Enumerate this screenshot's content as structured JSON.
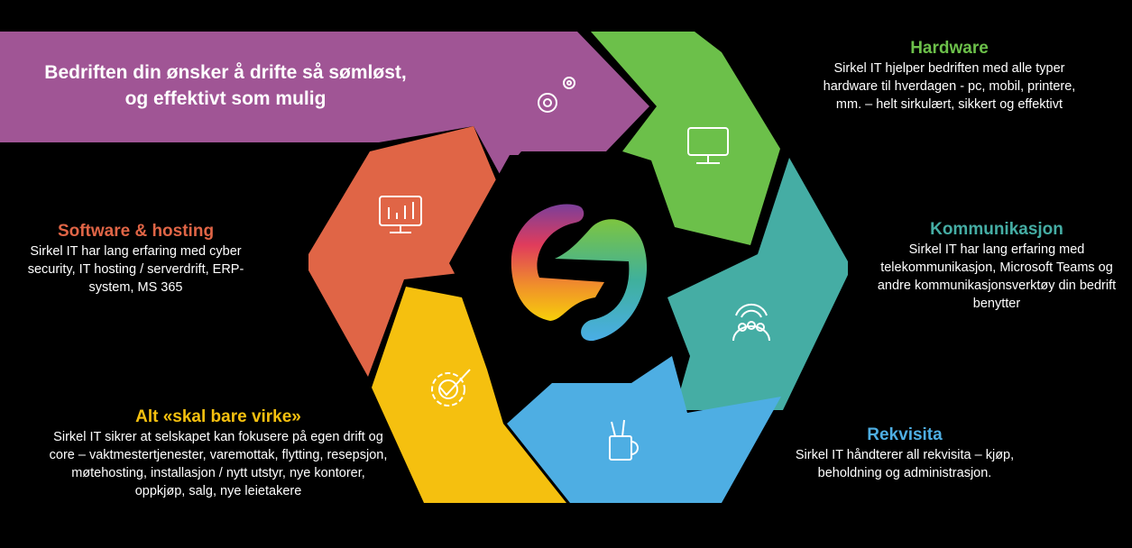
{
  "headline": {
    "line1": "Bedriften din ønsker å drifte så sømløst,",
    "line2": "og effektivt som mulig"
  },
  "segments": {
    "hardware": {
      "title": "Hardware",
      "text": "Sirkel IT hjelper bedriften med alle typer hardware til hverdagen -  pc, mobil, printere, mm. – helt sirkulært, sikkert og effektivt",
      "color": "#6cc04a",
      "icon": "monitor-icon"
    },
    "kommunikasjon": {
      "title": "Kommunikasjon",
      "text": "Sirkel IT har lang erfaring med telekommunikasjon, Microsoft Teams og andre kommunikasjonsverktøy din bedrift benytter",
      "color": "#45ada4",
      "icon": "people-wifi-icon"
    },
    "rekvisita": {
      "title": "Rekvisita",
      "text": "Sirkel IT håndterer all rekvisita – kjøp, beholdning og administrasjon.",
      "color": "#4eaee3",
      "icon": "pen-cup-icon"
    },
    "alt": {
      "title": "Alt «skal bare virke»",
      "text": "Sirkel IT sikrer at selskapet kan fokusere på egen drift og core – vaktmestertjenester, varemottak, flytting, resepsjon, møtehosting, installasjon / nytt utstyr, nye kontorer, oppkjøp, salg, nye leietakere",
      "color": "#f5c00f",
      "icon": "gear-check-icon"
    },
    "software": {
      "title": "Software & hosting",
      "text": "Sirkel IT har lang erfaring med cyber security, IT hosting / serverdrift, ERP-system, MS 365",
      "color": "#e06546",
      "icon": "monitor-chart-icon"
    },
    "intro": {
      "color": "#a05595",
      "icon": "gears-icon"
    }
  }
}
